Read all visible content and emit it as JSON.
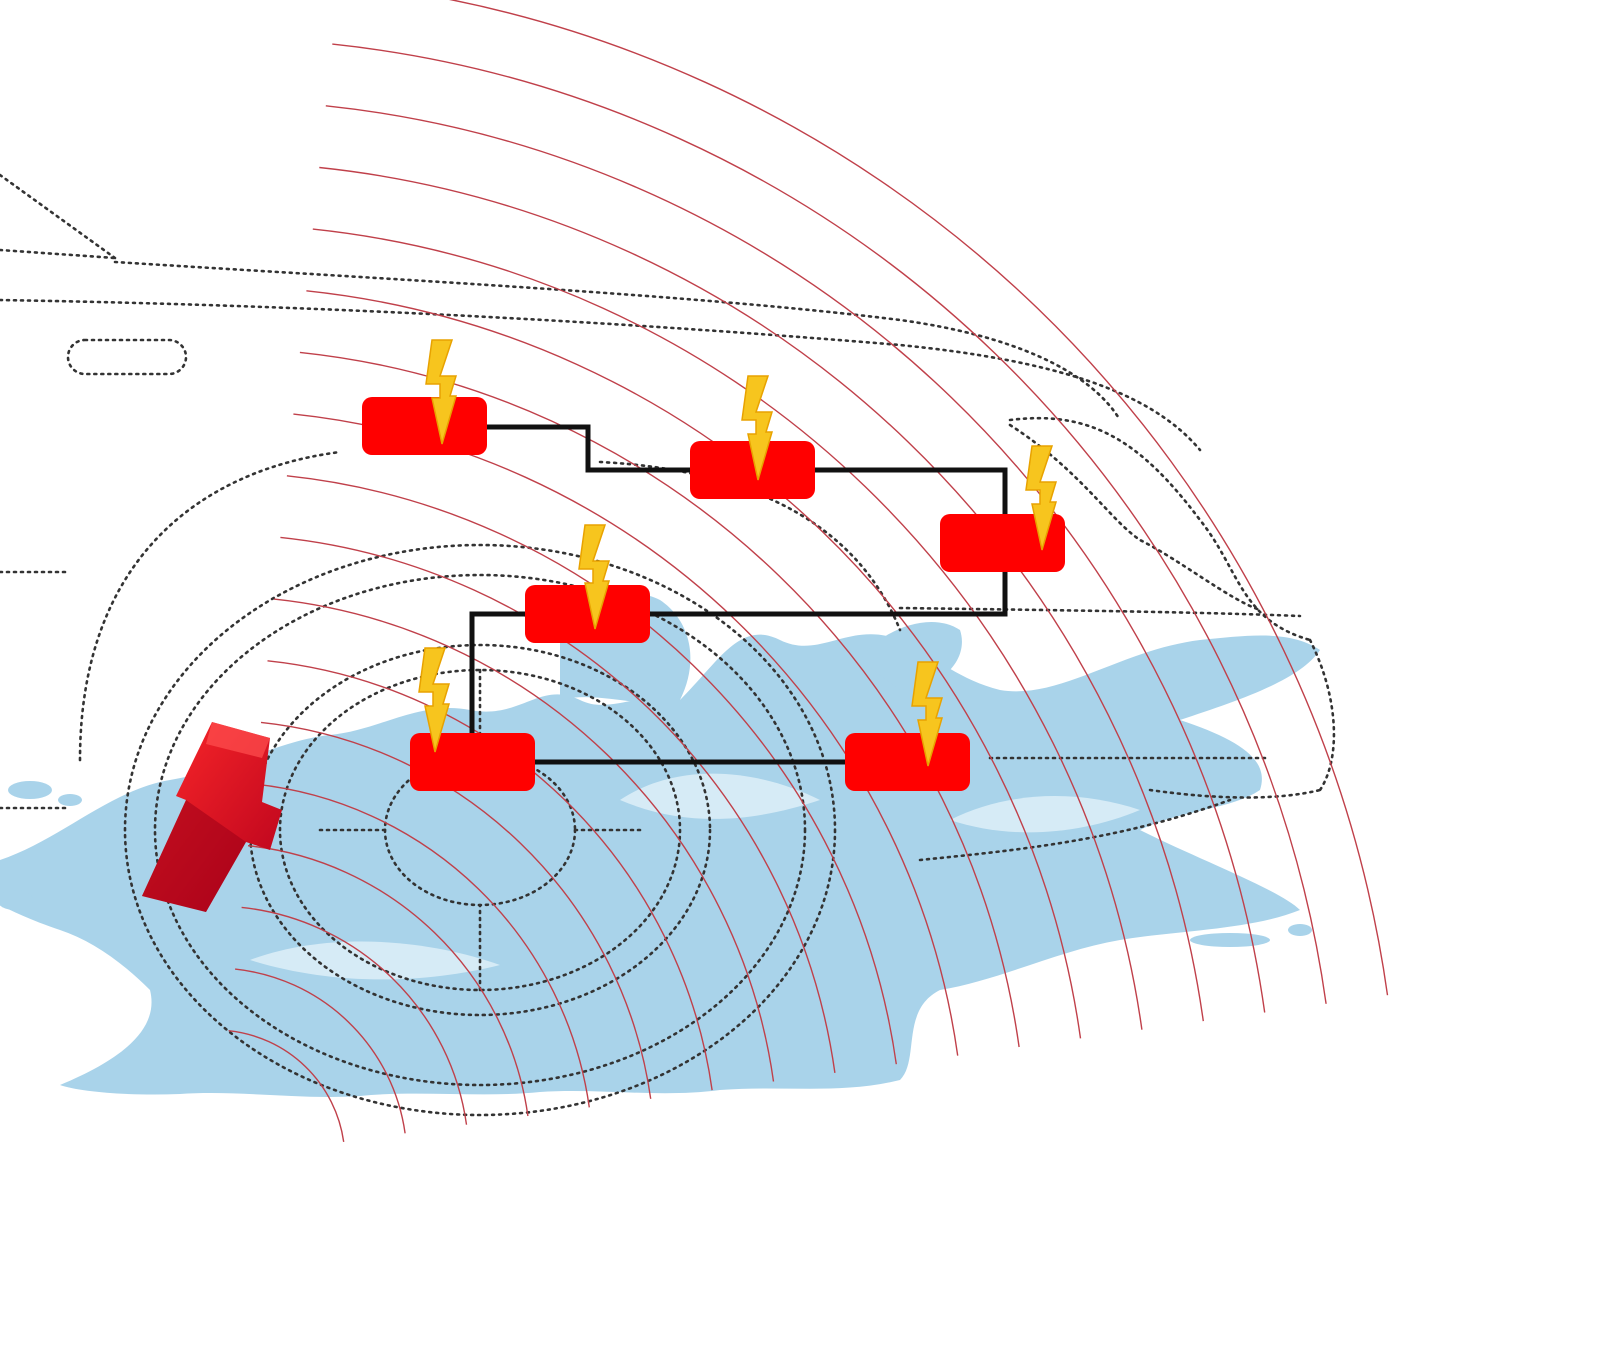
{
  "diagram": {
    "colors": {
      "module_fill": "#ff0000",
      "bolt_fill": "#f7c51e",
      "bolt_stroke": "#e8a200",
      "wire": "#111111",
      "wave": "#c0404a",
      "water": "#a9d3ea",
      "water_light": "#d6ebf6",
      "outline": "#333333",
      "emitter": "#e0001e"
    },
    "modules": [
      {
        "id": "m1",
        "icon": "lightning-bolt-icon"
      },
      {
        "id": "m2",
        "icon": "lightning-bolt-icon"
      },
      {
        "id": "m3",
        "icon": "lightning-bolt-icon"
      },
      {
        "id": "m4",
        "icon": "lightning-bolt-icon"
      },
      {
        "id": "m5",
        "icon": "lightning-bolt-icon"
      },
      {
        "id": "m6",
        "icon": "lightning-bolt-icon"
      }
    ],
    "connections": [
      {
        "from": "m1",
        "to": "m2"
      },
      {
        "from": "m2",
        "to": "m3"
      },
      {
        "from": "m3",
        "to": "m4"
      },
      {
        "from": "m4",
        "to": "m5"
      },
      {
        "from": "m5",
        "to": "m6"
      }
    ],
    "emitter": {
      "icon": "signal-emitter-icon"
    },
    "wave_count": 18
  }
}
